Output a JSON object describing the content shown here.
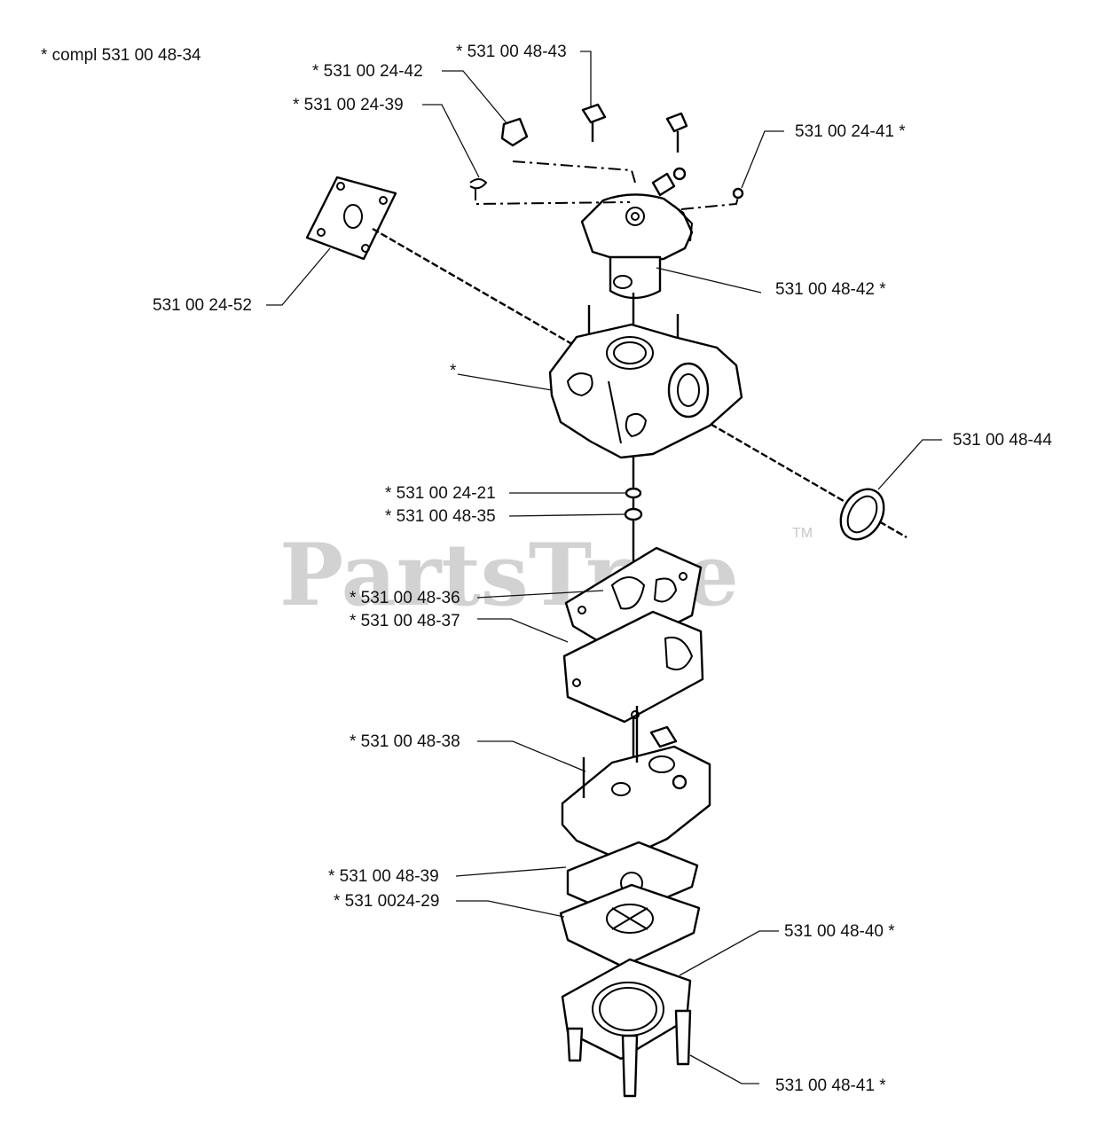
{
  "watermark": {
    "brand": "PartsTree",
    "trademark": "TM"
  },
  "labels": {
    "compl": "*  compl 531 00 48-34",
    "p4843": "*  531 00 48-43",
    "p2442": "*  531 00 24-42",
    "p2439": "*  531 00 24-39",
    "p2441": "531 00 24-41  *",
    "p2452": "531 00 24-52",
    "p4842": "531 00 48-42  *",
    "body_star": "*",
    "p4844": "531 00 48-44",
    "p2421": "*  531 00 24-21",
    "p4835": "*  531 00 48-35",
    "p4836": "*  531 00 48-36",
    "p4837": "*  531 00 48-37",
    "p4838": "*  531 00 48-38",
    "p4839": "*  531 00 48-39",
    "p2429": "*  531 0024-29",
    "p4840": "531 00 48-40  *",
    "p4841": "531 00 48-41  *"
  }
}
